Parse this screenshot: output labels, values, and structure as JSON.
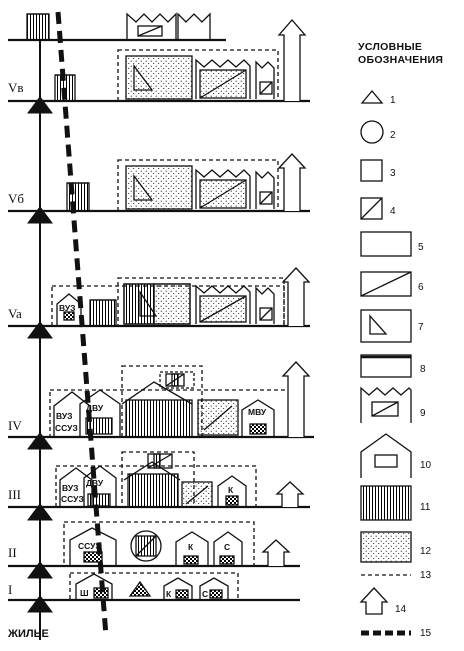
{
  "levels": {
    "zhilye": "ЖИЛЬЕ",
    "I": "I",
    "II": "II",
    "III": "III",
    "IV": "IV",
    "Va": "Va",
    "Vb": "Vб",
    "Vv": "Vв"
  },
  "labels": {
    "vuz": "ВУЗ",
    "dvu": "ДВУ",
    "ssuz": "ССУЗ",
    "mvu": "МВУ",
    "k": "К",
    "s": "С",
    "sh": "Ш"
  },
  "legend": {
    "title_line1": "УСЛОВНЫЕ",
    "title_line2": "ОБОЗНАЧЕНИЯ",
    "items": [
      "1",
      "2",
      "3",
      "4",
      "5",
      "6",
      "7",
      "8",
      "9",
      "10",
      "11",
      "12",
      "13",
      "14",
      "15"
    ]
  }
}
